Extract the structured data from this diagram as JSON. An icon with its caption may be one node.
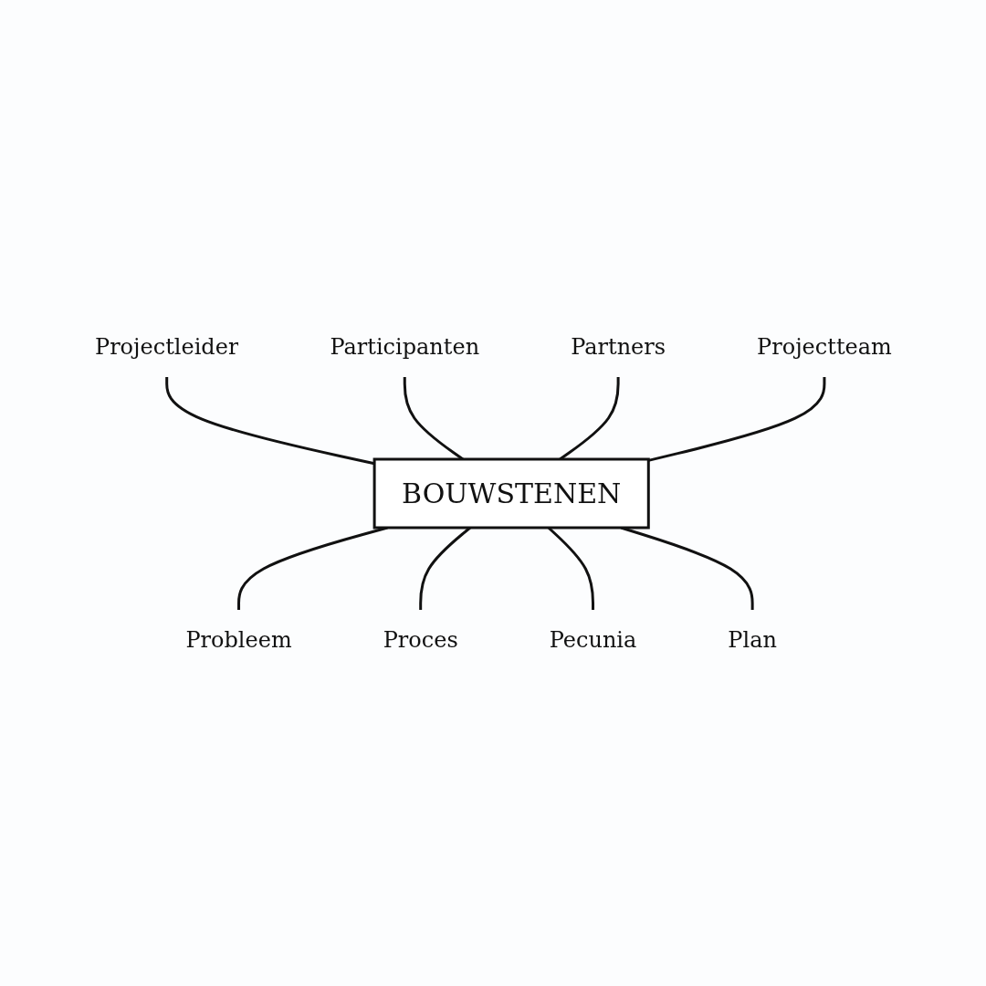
{
  "diagram": {
    "nodes": [
      {
        "text": [
          "Participanten"
        ]
      },
      {
        "text": [
          "Projectleider"
        ]
      },
      {
        "text": [
          "Partners"
        ]
      },
      {
        "text": [
          "Projectteam"
        ]
      },
      {
        "text": [
          "BOUWSTENEN"
        ]
      },
      {
        "text": [
          "Probleem"
        ]
      },
      {
        "text": [
          "Proces"
        ]
      },
      {
        "text": [
          "Plan"
        ]
      },
      {
        "text": [
          "Pecunia"
        ]
      }
    ],
    "edges": [
      {
        "from": 1,
        "to": 4,
        "arrow": "none"
      },
      {
        "from": 0,
        "to": 4,
        "arrow": "none"
      },
      {
        "from": 2,
        "to": 4,
        "arrow": "none"
      },
      {
        "from": 3,
        "to": 4,
        "arrow": "none"
      },
      {
        "from": 4,
        "to": 5,
        "arrow": "none"
      },
      {
        "from": 4,
        "to": 6,
        "arrow": "none"
      },
      {
        "from": 4,
        "to": 8,
        "arrow": "none"
      },
      {
        "from": 4,
        "to": 7,
        "arrow": "none"
      }
    ]
  }
}
